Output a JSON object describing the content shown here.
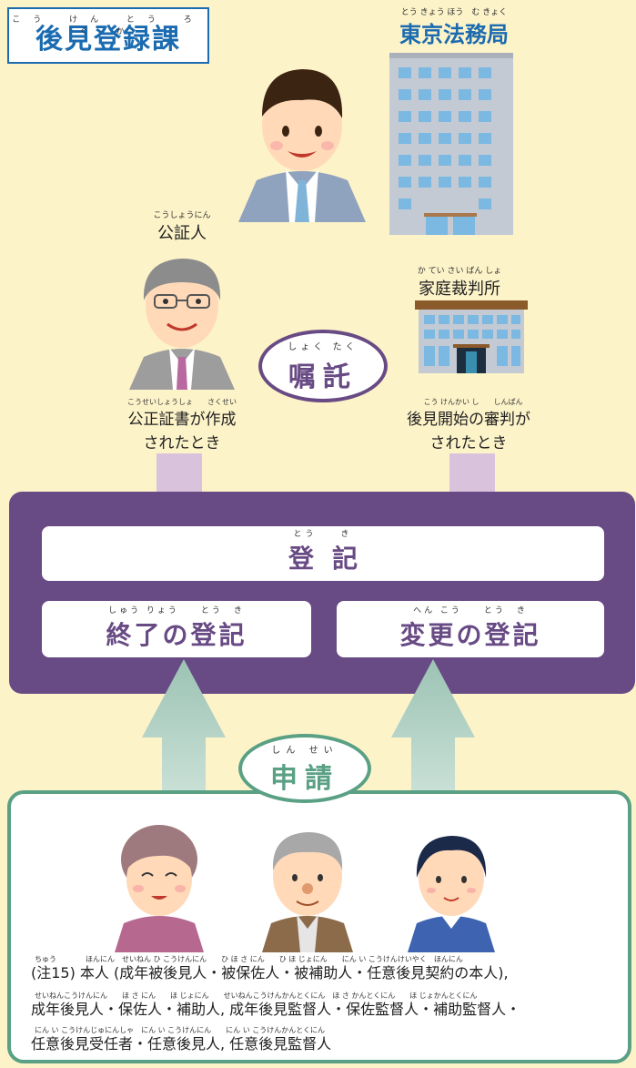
{
  "header": {
    "department": "後見登録課",
    "department_ruby": [
      "こう",
      "けん",
      "とう",
      "ろく",
      "か"
    ],
    "bureau": "東京法務局",
    "bureau_ruby": [
      "とう",
      "きょう",
      "ほう",
      "む",
      "きょく"
    ]
  },
  "notary": {
    "label": "公証人",
    "ruby": "こうしょうにん",
    "condition_line1": "公正証書が作成",
    "condition_line2": "されたとき",
    "condition_ruby": "こうせいしょうしょ　　さくせい"
  },
  "court": {
    "label": "家庭裁判所",
    "ruby": "か てい さい ばん しょ",
    "condition_line1": "後見開始の審判が",
    "condition_line2": "されたとき",
    "condition_ruby": "こう けんかい し　　しんぱん"
  },
  "commission": {
    "label": "嘱託",
    "ruby": "しょく たく"
  },
  "registration": {
    "main": "登記",
    "main_ruby": "とう　　き",
    "termination": "終了の登記",
    "termination_ruby": "しゅう りょう　　とう　き",
    "change": "変更の登記",
    "change_ruby": "へん こう　　とう　き"
  },
  "application": {
    "label": "申請",
    "ruby": "しん せい"
  },
  "applicants_note": {
    "line1": "(注15) 本人 (成年被後見人・被保佐人・被補助人・任意後見契約の本人),",
    "line1_ruby": "ちゅう　　　　ほんにん　せいねん ひ こうけんにん　　ひ ほ さ にん　　ひ ほ じょにん　　にん い こうけんけいやく　ほんにん",
    "line2": "成年後見人・保佐人・補助人, 成年後見監督人・保佐監督人・補助監督人・",
    "line2_ruby": "せいねんこうけんにん　　ほ さ にん　　ほ じょにん　　せいねんこうけんかんとくにん　ほ さ かんとくにん　　ほ じょかんとくにん",
    "line3": "任意後見受任者・任意後見人, 任意後見監督人",
    "line3_ruby": "にん い こうけんじゅにんしゃ　にん い こうけんにん　　にん い こうけんかんとくにん"
  },
  "colors": {
    "background": "#fdf3c9",
    "accent_blue": "#1b6bb0",
    "purple": "#684a84",
    "green": "#5aa084",
    "arrow_top": "#d9c3dc",
    "arrow_bottom": "#9cc3b4"
  }
}
